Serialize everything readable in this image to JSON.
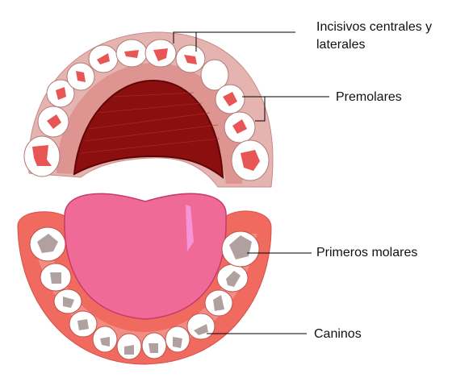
{
  "labels": {
    "incisors_line1": "Incisivos centrales y",
    "incisors_line2": "laterales",
    "premolars": "Premolares",
    "first_molars": "Primeros molares",
    "canines": "Caninos"
  },
  "colors": {
    "upper_gum": "#e6b4b0",
    "palate": "#8b0f0f",
    "palate_dark": "#5e0606",
    "lower_gum": "#f06a60",
    "tongue": "#f06a98",
    "tongue_edge": "#c83a6a",
    "tooth": "#ffffff",
    "upper_tooth_mark": "#e85555",
    "lower_tooth_mark": "#b0a0a0",
    "leader_line": "#000000"
  }
}
